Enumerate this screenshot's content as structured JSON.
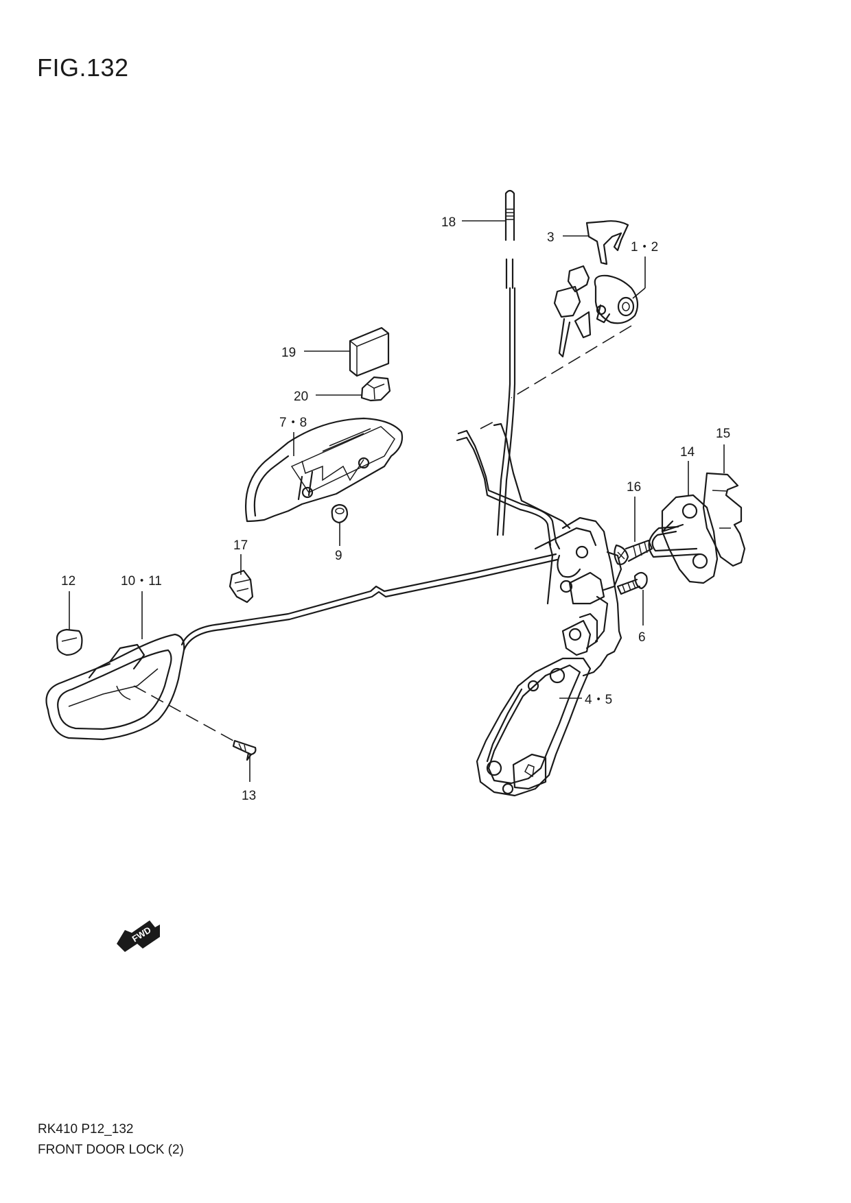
{
  "figure": {
    "title": "FIG.132"
  },
  "footer": {
    "code": "RK410 P12_132",
    "name": "FRONT DOOR LOCK (2)"
  },
  "fwd_label": "FWD",
  "callouts": {
    "c18": "18",
    "c3": "3",
    "c1_2": "1・2",
    "c19": "19",
    "c20": "20",
    "c7_8": "7・8",
    "c9": "9",
    "c17": "17",
    "c12": "12",
    "c10_11": "10・11",
    "c13": "13",
    "c15": "15",
    "c14": "14",
    "c16": "16",
    "c6": "6",
    "c4_5": "4・5"
  }
}
